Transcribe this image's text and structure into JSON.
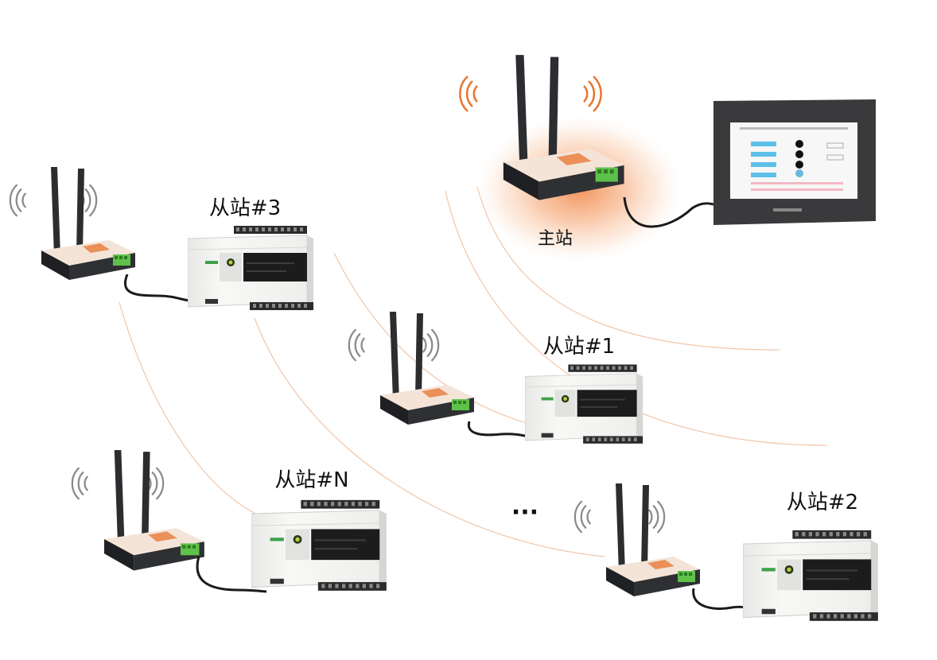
{
  "master": {
    "label": "主站"
  },
  "slaves": [
    {
      "id": "slave-1",
      "label": "从站#1"
    },
    {
      "id": "slave-2",
      "label": "从站#2"
    },
    {
      "id": "slave-3",
      "label": "从站#3"
    },
    {
      "id": "slave-n",
      "label": "从站#N"
    }
  ],
  "ellipsis": "···",
  "colors": {
    "halo": "#f5a06a",
    "wave_master": "#e8742a",
    "wave_slave": "#8a8a8a",
    "arc": "#f0c0a0",
    "gateway_body": "#2e3033",
    "gateway_top": "#f4e4d8",
    "terminal_green": "#5ec24a",
    "plc_body": "#f2f2f0",
    "plc_display": "#1c1c1c",
    "hmi_frame": "#3a3a3c",
    "hmi_bar": "#5cc0e8"
  }
}
